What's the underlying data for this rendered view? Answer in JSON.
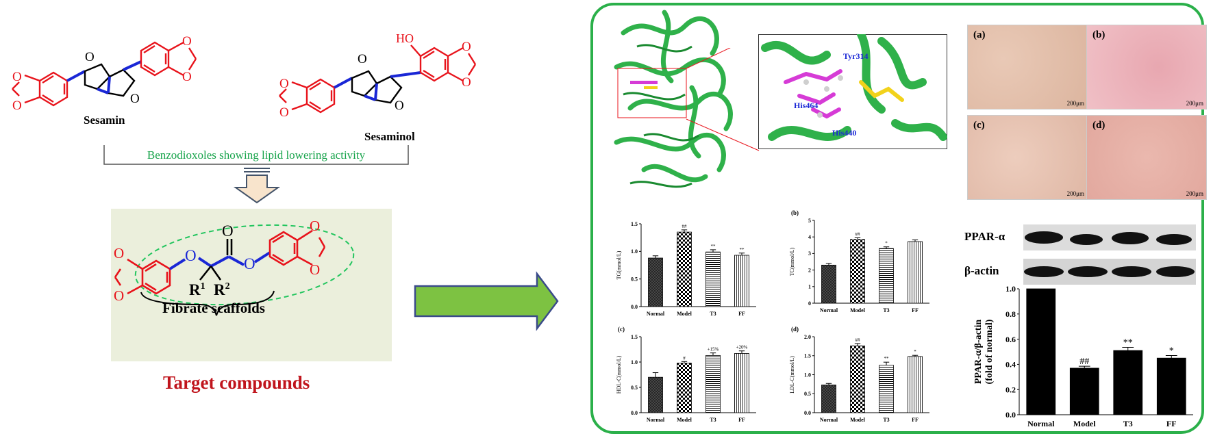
{
  "left": {
    "sesamin_label": "Sesamin",
    "sesaminol_label": "Sesaminol",
    "ho_label": "HO",
    "benzodioxole_caption": "Benzodioxoles showing lipid lowering activity",
    "fibrate_label": "Fibrate scaffolds",
    "target_label": "Target compounds",
    "r1": "R",
    "r1_sup": "1",
    "r2": "R",
    "r2_sup": "2",
    "colors": {
      "red": "#e8131b",
      "blue": "#1a27d6",
      "green": "#16a34a",
      "target_red": "#c0141c"
    }
  },
  "docking": {
    "residues": [
      "Tyr314",
      "His464",
      "His440"
    ]
  },
  "micrographs": [
    {
      "tag": "(a)",
      "scale": "200μm"
    },
    {
      "tag": "(b)",
      "scale": "200μm"
    },
    {
      "tag": "(c)",
      "scale": "200μm"
    },
    {
      "tag": "(d)",
      "scale": "200μm"
    }
  ],
  "western": {
    "ppar_label": "PPAR-α",
    "actin_label": "β-actin"
  },
  "chart_data": [
    {
      "type": "bar",
      "panel": "",
      "ylabel": "TG(mmol/L)",
      "categories": [
        "Normal",
        "Model",
        "T3",
        "FF"
      ],
      "values": [
        0.88,
        1.35,
        0.99,
        0.93
      ],
      "errors": [
        0.04,
        0.04,
        0.04,
        0.04
      ],
      "annotations": [
        "",
        "##",
        "**",
        "**"
      ],
      "ylim": [
        0,
        1.5
      ],
      "yticks": [
        "0.0",
        "0.5",
        "1.0",
        "1.5"
      ]
    },
    {
      "type": "bar",
      "panel": "(b)",
      "ylabel": "TC(mmol/L)",
      "categories": [
        "Normal",
        "Model",
        "T3",
        "FF"
      ],
      "values": [
        2.3,
        3.85,
        3.3,
        3.72
      ],
      "errors": [
        0.1,
        0.1,
        0.1,
        0.1
      ],
      "annotations": [
        "",
        "##",
        "*",
        ""
      ],
      "ylim": [
        0,
        5
      ],
      "yticks": [
        "0",
        "1",
        "2",
        "3",
        "4",
        "5"
      ]
    },
    {
      "type": "bar",
      "panel": "(c)",
      "ylabel": "HDL-C(mmol/L)",
      "categories": [
        "Normal",
        "Model",
        "T3",
        "FF"
      ],
      "values": [
        0.7,
        0.98,
        1.13,
        1.17
      ],
      "errors": [
        0.09,
        0.03,
        0.05,
        0.05
      ],
      "annotations": [
        "",
        "#",
        "+15%",
        "+20%"
      ],
      "ylim": [
        0,
        1.5
      ],
      "yticks": [
        "0.0",
        "0.5",
        "1.0",
        "1.5"
      ]
    },
    {
      "type": "bar",
      "panel": "(d)",
      "ylabel": "LDL-C(mmol/L)",
      "categories": [
        "Normal",
        "Model",
        "T3",
        "FF"
      ],
      "values": [
        0.73,
        1.76,
        1.25,
        1.48
      ],
      "errors": [
        0.04,
        0.06,
        0.08,
        0.03
      ],
      "annotations": [
        "",
        "##",
        "**",
        "*"
      ],
      "ylim": [
        0,
        2.0
      ],
      "yticks": [
        "0.0",
        "0.5",
        "1.0",
        "1.5",
        "2.0"
      ]
    },
    {
      "type": "bar",
      "panel": "",
      "ylabel": "PPAR-α/β-actin (fold of normal)",
      "categories": [
        "Normal",
        "Model",
        "T3",
        "FF"
      ],
      "values": [
        1.0,
        0.37,
        0.51,
        0.45
      ],
      "errors": [
        0.0,
        0.015,
        0.025,
        0.02
      ],
      "annotations": [
        "",
        "##",
        "**",
        "*"
      ],
      "ylim": [
        0,
        1.0
      ],
      "yticks": [
        "0.0",
        "0.2",
        "0.4",
        "0.6",
        "0.8",
        "1.0"
      ]
    }
  ]
}
